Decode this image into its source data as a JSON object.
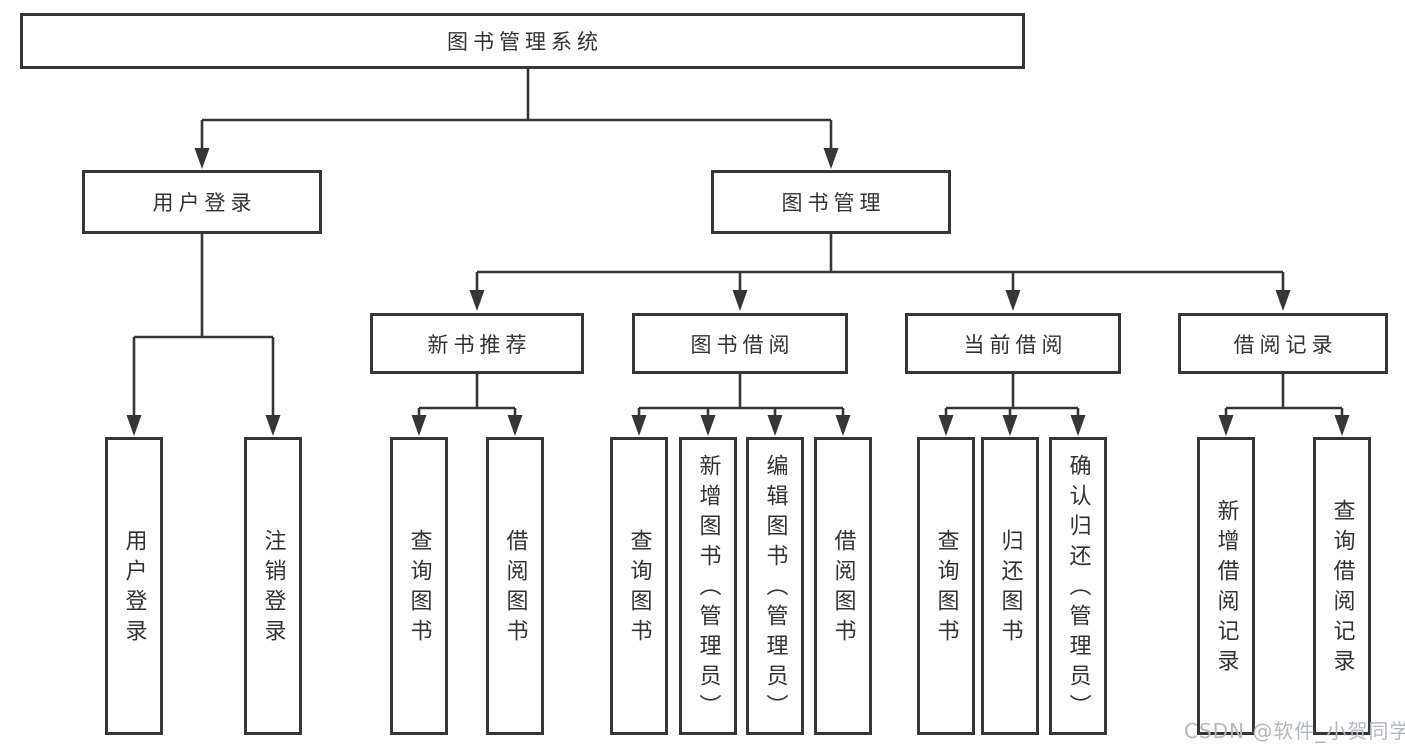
{
  "root": {
    "label": "图书管理系统"
  },
  "level2": [
    {
      "label": "用户登录"
    },
    {
      "label": "图书管理"
    }
  ],
  "level3": [
    {
      "label": "新书推荐"
    },
    {
      "label": "图书借阅"
    },
    {
      "label": "当前借阅"
    },
    {
      "label": "借阅记录"
    }
  ],
  "leaves": {
    "user_login": [
      {
        "label": "用户登录"
      },
      {
        "label": "注销登录"
      }
    ],
    "new_book_recommendation": [
      {
        "label": "查询图书"
      },
      {
        "label": "借阅图书"
      }
    ],
    "book_borrowing": [
      {
        "label": "查询图书"
      },
      {
        "label": "新增图书（管理员）"
      },
      {
        "label": "编辑图书（管理员）"
      },
      {
        "label": "借阅图书"
      }
    ],
    "current_borrowing": [
      {
        "label": "查询图书"
      },
      {
        "label": "归还图书"
      },
      {
        "label": "确认归还（管理员）"
      }
    ],
    "borrowing_records": [
      {
        "label": "新增借阅记录"
      },
      {
        "label": "查询借阅记录"
      }
    ]
  },
  "watermark": "CSDN @软件_小贺同学",
  "colors": {
    "line": "#363636",
    "text": "#333333",
    "watermark": "#b3b9bf",
    "background": "#ffffff"
  }
}
